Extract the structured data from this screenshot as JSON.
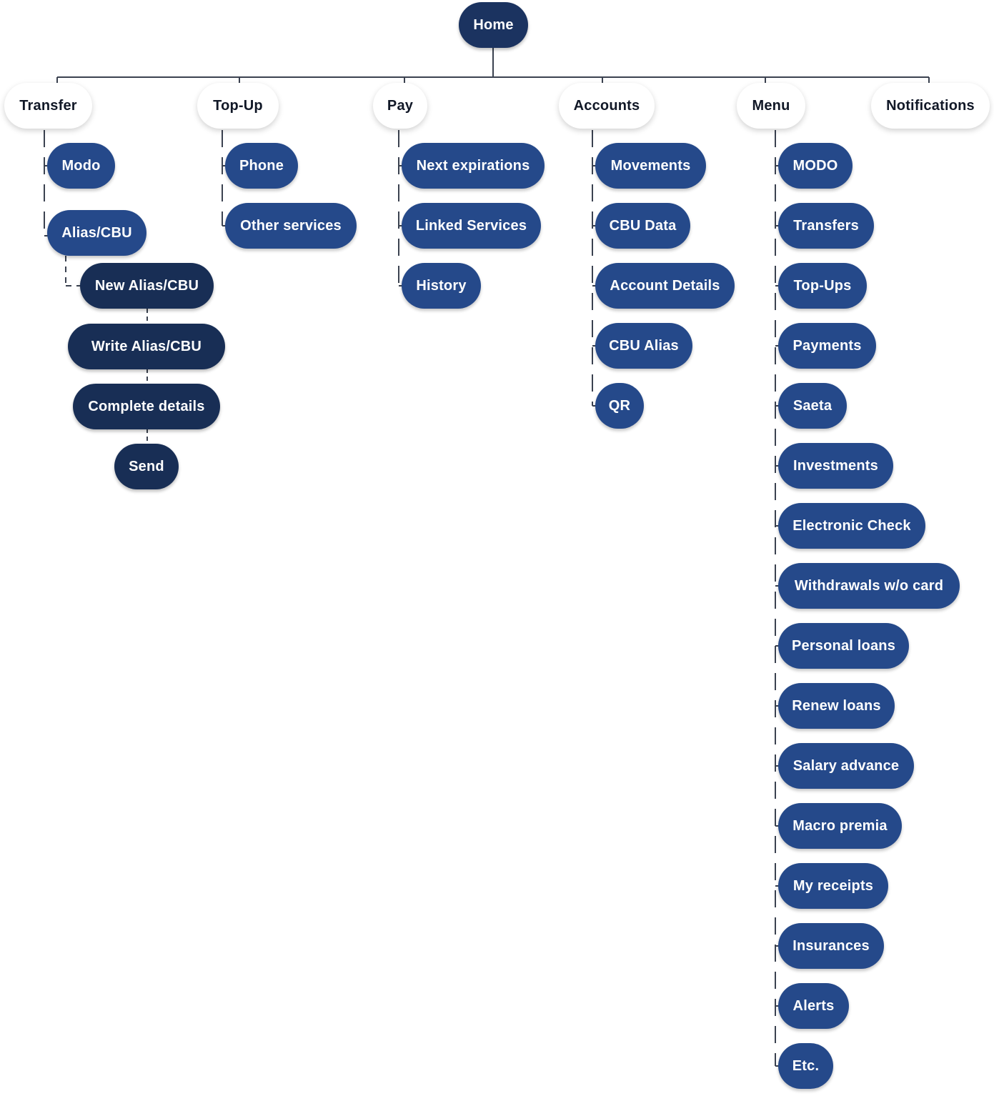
{
  "colors": {
    "root": "#1b3360",
    "leaf": "#25498a",
    "dark": "#182e55",
    "tab_bg": "#ffffff",
    "tab_text": "#111827",
    "connector": "#3b4250"
  },
  "root": {
    "label": "Home"
  },
  "tabs": {
    "transfer": "Transfer",
    "topup": "Top-Up",
    "pay": "Pay",
    "accounts": "Accounts",
    "menu": "Menu",
    "notifications": "Notifications"
  },
  "transfer_children": {
    "modo": "Modo",
    "alias_cbu": "Alias/CBU"
  },
  "alias_flow": [
    "New Alias/CBU",
    "Write Alias/CBU",
    "Complete details",
    "Send"
  ],
  "topup_children": [
    "Phone",
    "Other services"
  ],
  "pay_children": [
    "Next expirations",
    "Linked Services",
    "History"
  ],
  "accounts_children": [
    "Movements",
    "CBU Data",
    "Account Details",
    "CBU Alias",
    "QR"
  ],
  "menu_children": [
    "MODO",
    "Transfers",
    "Top-Ups",
    "Payments",
    "Saeta",
    "Investments",
    "Electronic Check",
    "Withdrawals w/o card",
    "Personal loans",
    "Renew loans",
    "Salary advance",
    "Macro premia",
    "My receipts",
    "Insurances",
    "Alerts",
    "Etc."
  ]
}
